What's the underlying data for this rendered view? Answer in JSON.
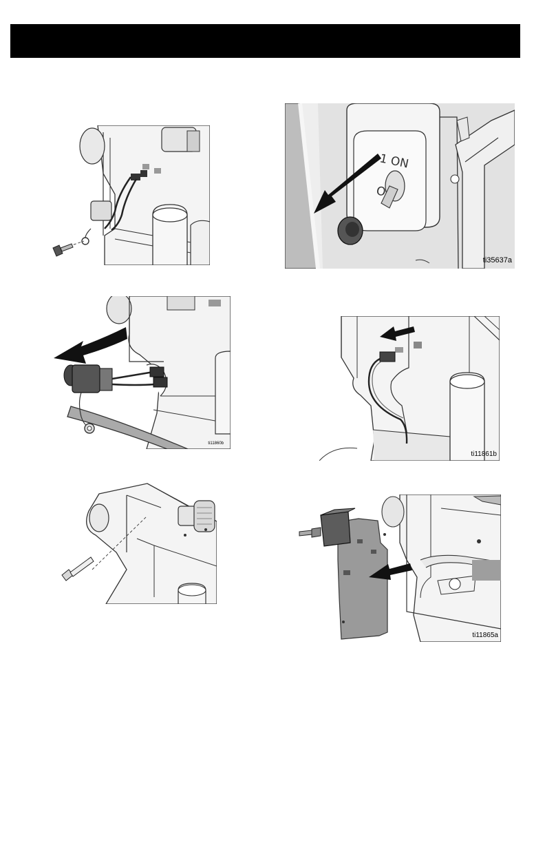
{
  "header": {
    "title": ""
  },
  "figures": [
    {
      "id": "fig1",
      "label": ""
    },
    {
      "id": "fig2",
      "label": "ti35637a"
    },
    {
      "id": "fig3",
      "label": "ti11860b"
    },
    {
      "id": "fig4",
      "label": "ti11861b"
    },
    {
      "id": "fig5",
      "label": ""
    },
    {
      "id": "fig6",
      "label": "ti11865a"
    }
  ],
  "switch_labels": {
    "on": "1 ON",
    "off": "OFF"
  },
  "colors": {
    "header": "#000000",
    "arrow": "#111111",
    "part_gray": "#9a9a9a"
  }
}
